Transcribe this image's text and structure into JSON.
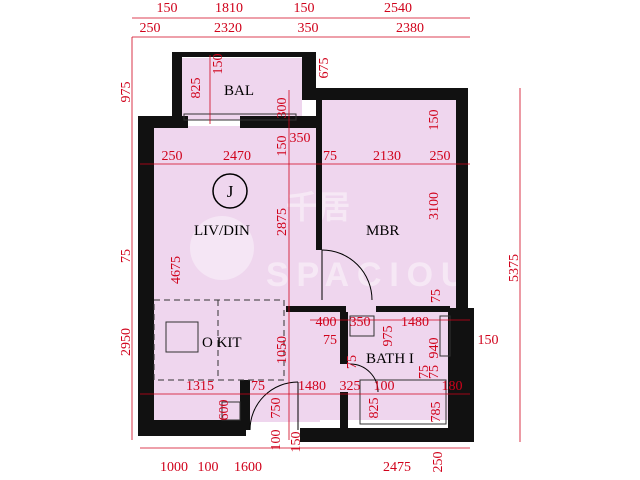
{
  "unit_badge": "J",
  "rooms": {
    "balcony": "BAL",
    "living_dining": "LIV/DIN",
    "master_bedroom": "MBR",
    "open_kitchen": "O KIT",
    "bathroom": "BATH I"
  },
  "watermark": {
    "cjk": "千居",
    "latin": "SPACIOUS"
  },
  "dims_top": {
    "r1": [
      "150",
      "1810",
      "150",
      "2540"
    ],
    "r2": [
      "250",
      "2320",
      "350",
      "2380"
    ]
  },
  "dims_interior": {
    "row_a": [
      "250",
      "2470",
      "75",
      "2130",
      "250"
    ],
    "d350": "350",
    "d825": "825",
    "d150_bal": "150",
    "d300": "300",
    "d150_mbr": "150",
    "d150_mid": "150",
    "d2875": "2875",
    "d3100": "3100",
    "d4675": "4675",
    "d75_left": "75",
    "d75_right": "75",
    "d1050": "1050",
    "bath_row": [
      "400",
      "350",
      "1480"
    ],
    "d975": "975",
    "d75_b": "75",
    "d940": "940",
    "d150_b": "150",
    "d75_c": "75",
    "d75_d": "75",
    "d75_e": "75",
    "kit_row": [
      "1315",
      "75",
      "1480",
      "325",
      "100"
    ],
    "d180": "180",
    "d600": "600",
    "d750": "750",
    "d825_b": "825",
    "d785": "785",
    "d100": "100",
    "d150_bot": "150"
  },
  "dims_left": {
    "d975": "975",
    "d2950": "2950"
  },
  "dims_right": {
    "d675": "675",
    "d5375": "5375"
  },
  "dims_bottom": [
    "1000",
    "100",
    "1600",
    "2475",
    "250"
  ],
  "colors": {
    "room_fill": "#efd6ee",
    "wall": "#111111",
    "dimension": "#d0021b"
  }
}
